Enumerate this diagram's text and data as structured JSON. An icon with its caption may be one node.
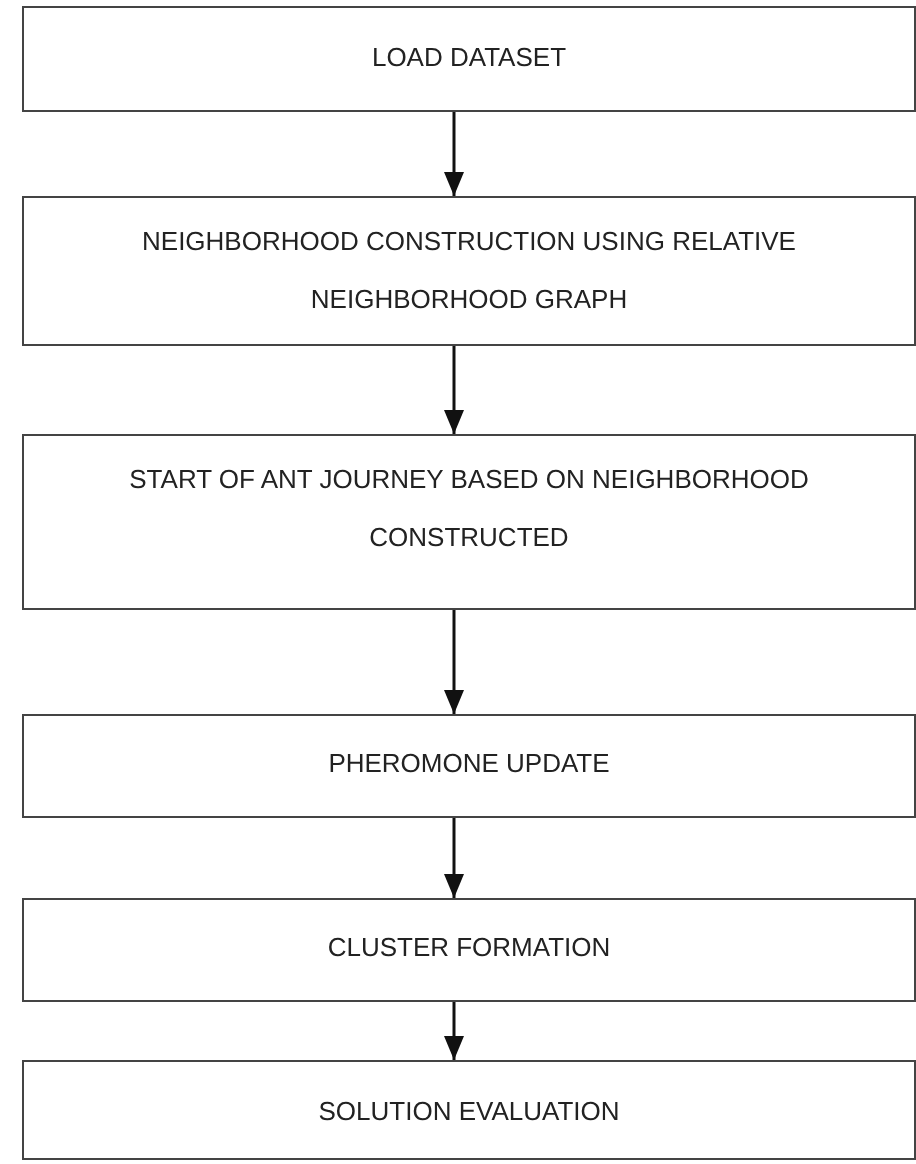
{
  "diagram": {
    "nodes": [
      {
        "text": [
          "LOAD DATASET"
        ]
      },
      {
        "text": [
          "NEIGHBORHOOD CONSTRUCTION USING RELATIVE NEIGHBORHOOD GRAPH"
        ]
      },
      {
        "text": [
          "START OF ANT JOURNEY BASED ON NEIGHBORHOOD CONSTRUCTED"
        ]
      },
      {
        "text": [
          "PHEROMONE UPDATE"
        ]
      },
      {
        "text": [
          "CLUSTER FORMATION"
        ]
      },
      {
        "text": [
          "SOLUTION EVALUATION"
        ]
      }
    ],
    "edges": [
      {
        "from": 0,
        "to": 1,
        "arrow": "to"
      },
      {
        "from": 1,
        "to": 2,
        "arrow": "to"
      },
      {
        "from": 2,
        "to": 3,
        "arrow": "to"
      },
      {
        "from": 3,
        "to": 4,
        "arrow": "to"
      },
      {
        "from": 4,
        "to": 5,
        "arrow": "to"
      }
    ]
  }
}
